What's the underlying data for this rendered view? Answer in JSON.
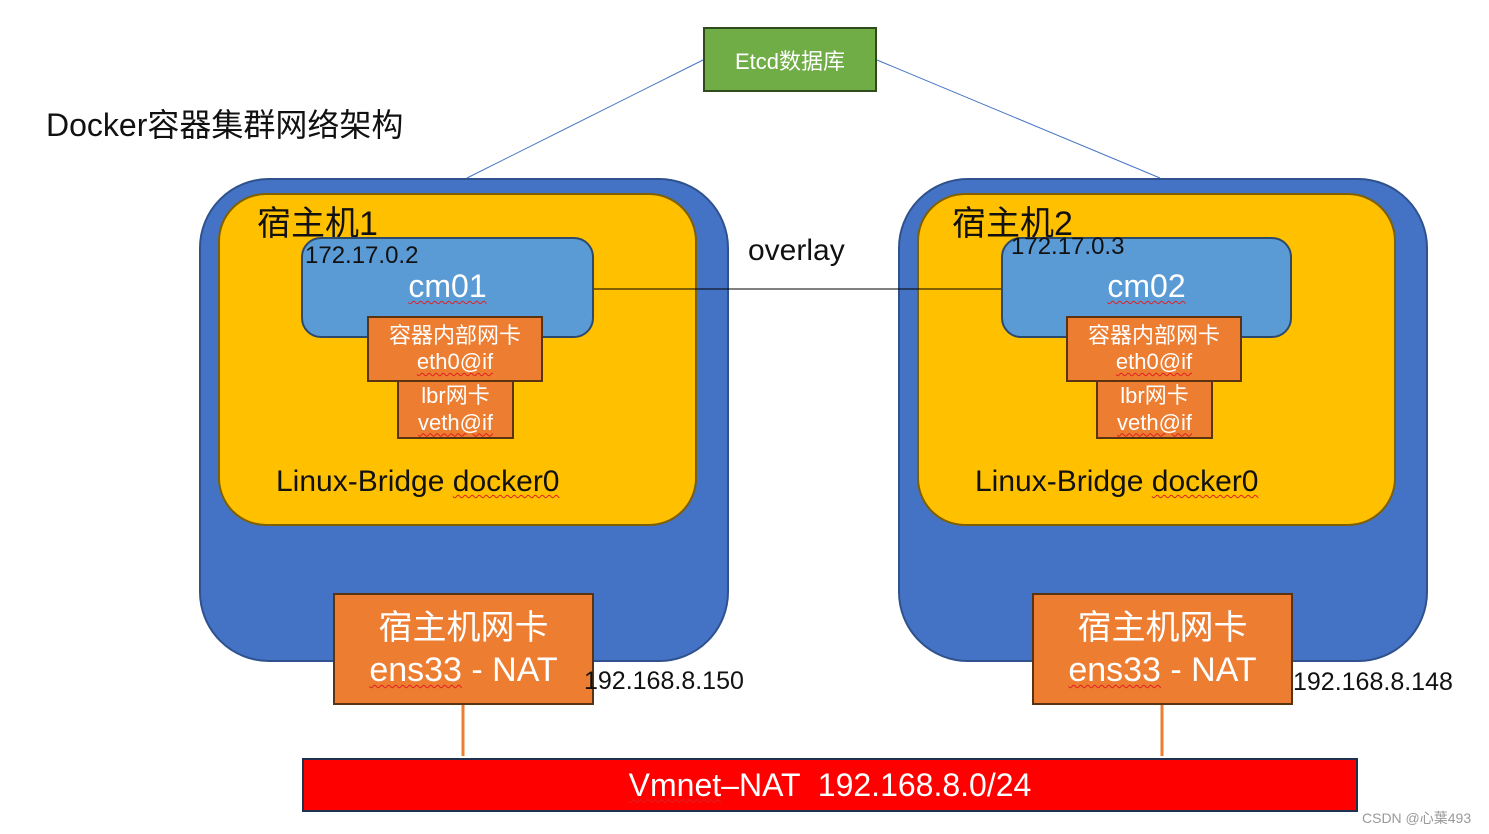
{
  "title": "Docker容器集群网络架构",
  "etcd": {
    "label": "Etcd数据库",
    "color": "#70ad47"
  },
  "overlay_label": "overlay",
  "colors": {
    "host_outer": "#4472c4",
    "host_inner": "#ffc000",
    "container": "#5b9bd5",
    "nic": "#ed7d31",
    "vmnet": "#ff0000"
  },
  "hosts": [
    {
      "label": "宿主机1",
      "container": {
        "ip": "172.17.0.2",
        "name": "cm01"
      },
      "inner_nic": {
        "line1": "容器内部网卡",
        "line2": "eth0@if"
      },
      "bridge_nic": {
        "line1": "lbr网卡",
        "line2": "veth@if"
      },
      "bridge": {
        "prefix": "Linux-Bridge ",
        "name": "docker0"
      },
      "host_nic": {
        "line1": "宿主机网卡",
        "iface": "ens33",
        "suffix": " - NAT"
      },
      "host_ip": "192.168.8.150"
    },
    {
      "label": "宿主机2",
      "container": {
        "ip": "172.17.0.3",
        "name": "cm02"
      },
      "inner_nic": {
        "line1": "容器内部网卡",
        "line2": "eth0@if"
      },
      "bridge_nic": {
        "line1": "lbr网卡",
        "line2": "veth@if"
      },
      "bridge": {
        "prefix": "Linux-Bridge ",
        "name": "docker0"
      },
      "host_nic": {
        "line1": "宿主机网卡",
        "iface": "ens33",
        "suffix": " - NAT"
      },
      "host_ip": "192.168.8.148"
    }
  ],
  "vmnet": {
    "name": "Vmnet",
    "rest": "–NAT  192.168.8.0/24"
  },
  "watermark": "CSDN @心葉493"
}
